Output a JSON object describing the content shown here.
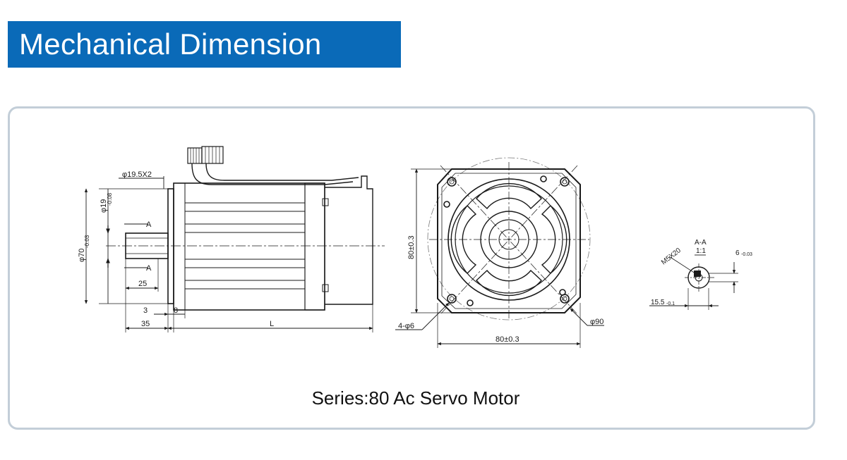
{
  "header": {
    "title": "Mechanical Dimension"
  },
  "caption": "Series:80 Ac Servo Motor",
  "colors": {
    "banner": "#0a6ab8",
    "panel_border": "#c3ced8",
    "line": "#1a1a1a"
  },
  "side_view": {
    "dims": {
      "d_top": "φ19.5X2",
      "d_top2": "φ19",
      "d_top2_tol": "-0.08",
      "d_flange": "φ70",
      "d_flange_tol": "-0.03",
      "section_a_top": "A",
      "section_a_bottom": "A",
      "len_25": "25",
      "len_3": "3",
      "len_8": "8",
      "len_35": "35",
      "len_L": "L"
    }
  },
  "front_view": {
    "dims": {
      "height": "80±0.3",
      "width": "80±0.3",
      "holes": "4-φ6",
      "pcd": "φ90"
    }
  },
  "section_view": {
    "dims": {
      "title": "A-A",
      "scale": "1:1",
      "thread": "M5X20",
      "key_width": "6",
      "key_tol": "-0.03",
      "depth": "15.5",
      "depth_tol": "-0.1"
    }
  }
}
